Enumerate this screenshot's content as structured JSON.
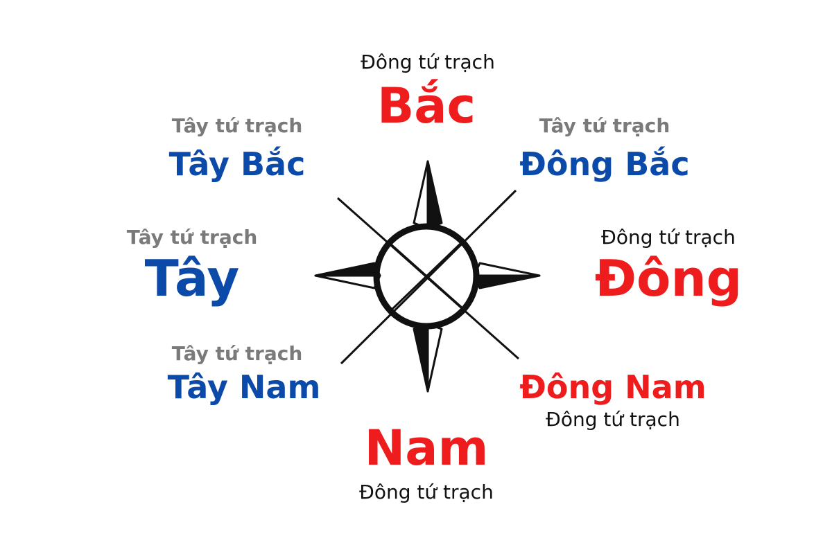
{
  "colors": {
    "red": "#ee1c1c",
    "blue": "#0b4aa8",
    "grey": "#7a7a7a",
    "black": "#111111"
  },
  "directions": {
    "north": {
      "label": "Bắc",
      "group": "Đông tứ trạch"
    },
    "northeast": {
      "label": "Đông Bắc",
      "group": "Tây tứ trạch"
    },
    "northwest": {
      "label": "Tây Bắc",
      "group": "Tây tứ trạch"
    },
    "west": {
      "label": "Tây",
      "group": "Tây tứ trạch"
    },
    "east": {
      "label": "Đông",
      "group": "Đông tứ trạch"
    },
    "southwest": {
      "label": "Tây Nam",
      "group": "Tây tứ trạch"
    },
    "southeast": {
      "label": "Đông Nam",
      "group": "Đông tứ trạch"
    },
    "south": {
      "label": "Nam",
      "group": "Đông tứ trạch"
    }
  },
  "icons": {
    "compass": "compass-rose-icon"
  }
}
